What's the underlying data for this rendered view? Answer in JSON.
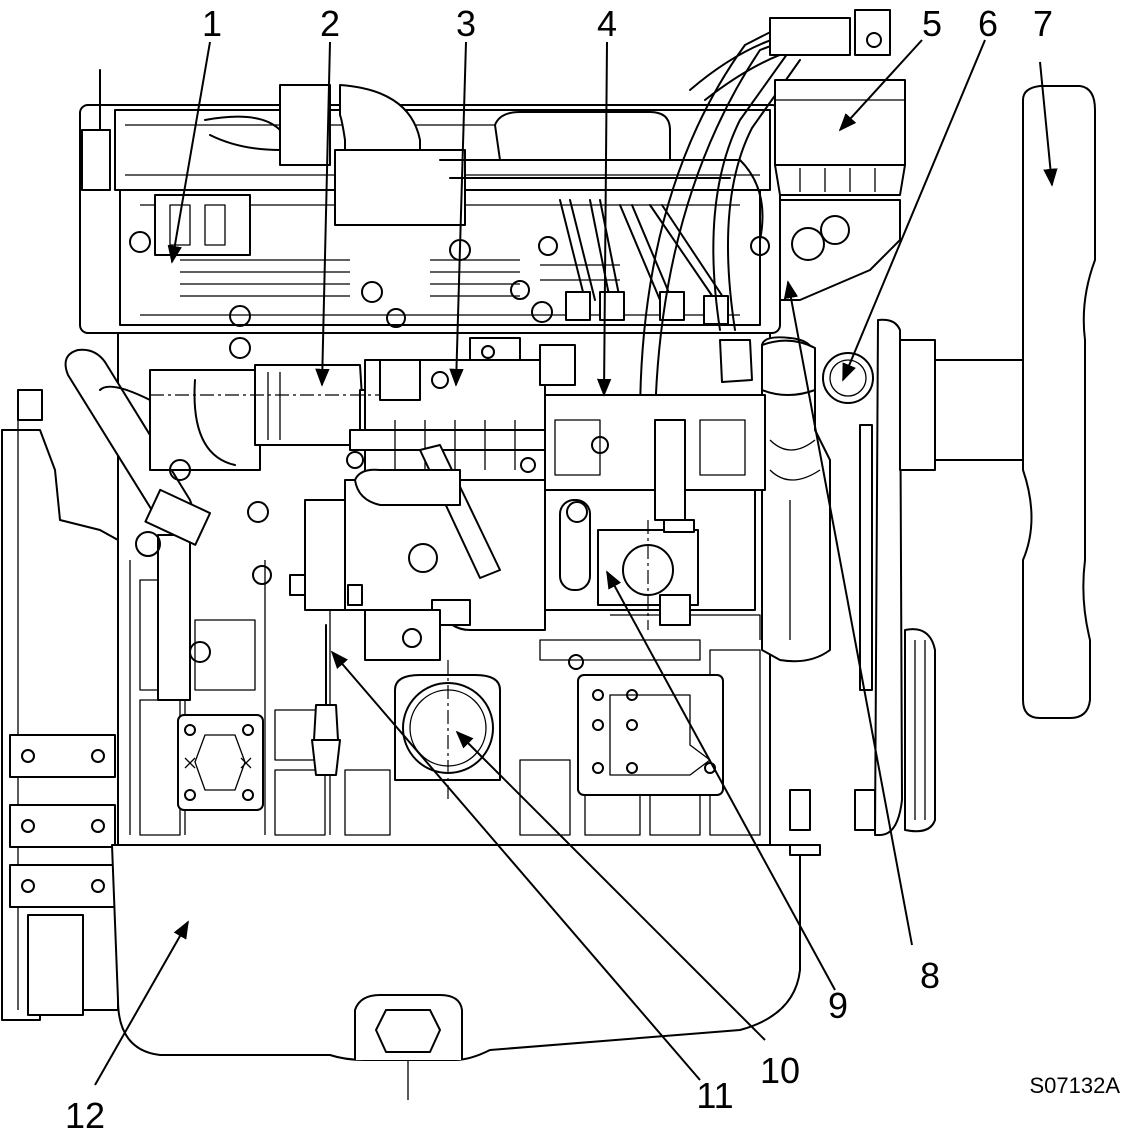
{
  "figure": {
    "id": "S07132A",
    "callouts": [
      "1",
      "2",
      "3",
      "4",
      "5",
      "6",
      "7",
      "8",
      "9",
      "10",
      "11",
      "12"
    ]
  }
}
